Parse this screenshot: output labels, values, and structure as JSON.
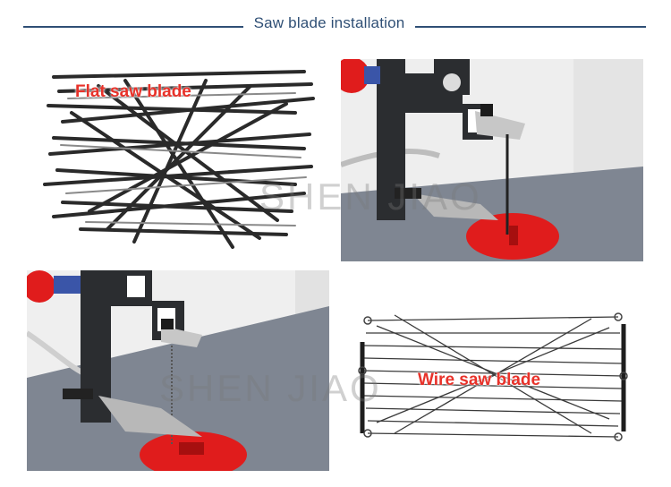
{
  "header": {
    "title": "Saw blade installation"
  },
  "panels": {
    "flat_blades": {
      "caption": "Flat saw blade"
    },
    "flat_installed": {},
    "wire_installed": {},
    "wire_blades": {
      "caption": "Wire saw blade"
    }
  },
  "watermark": {
    "text_top": "SHEN JIAO",
    "text_bottom": "SHEN JIAO"
  },
  "colors": {
    "accent": "#2f4f75",
    "caption": "#e8322a",
    "machine_red": "#e01c1c",
    "table_gray": "#7f8692",
    "arm_dark": "#2b2d30"
  }
}
